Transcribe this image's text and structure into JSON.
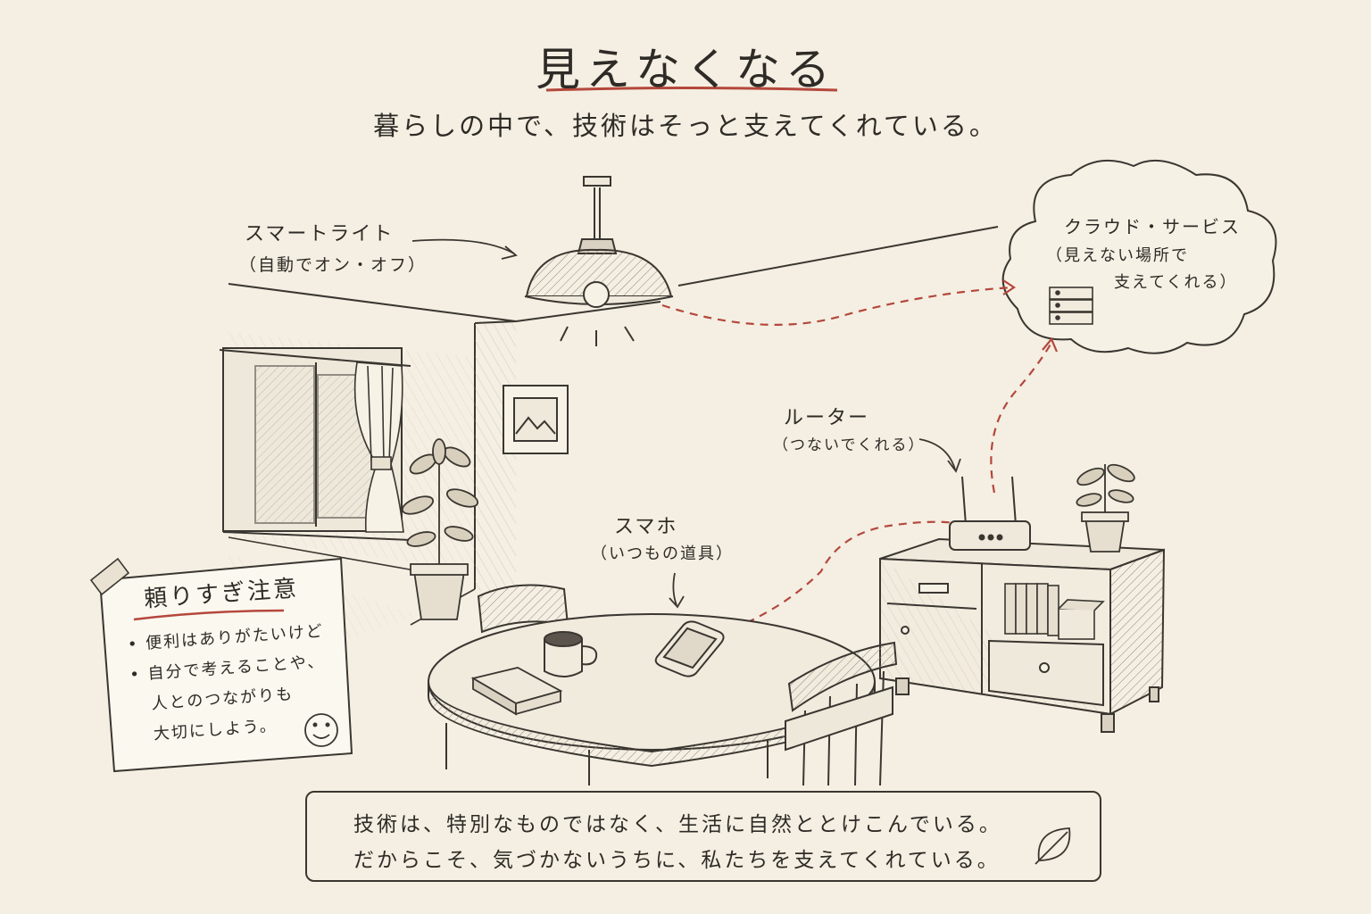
{
  "title": "見えなくなる",
  "subtitle": "暮らしの中で、技術はそっと支えてくれている。",
  "labels": {
    "smart_light": {
      "name": "スマートライト",
      "note": "（自動でオン・オフ）"
    },
    "cloud": {
      "name": "クラウド・サービス",
      "note_line1": "（見えない場所で",
      "note_line2": "支えてくれる）"
    },
    "router": {
      "name": "ルーター",
      "note": "（つないでくれる）"
    },
    "phone": {
      "name": "スマホ",
      "note": "（いつもの道具）"
    }
  },
  "sticky_note": {
    "title": "頼りすぎ注意",
    "lines": [
      "• 便利はありがたいけど",
      "• 自分で考えることや、",
      "人とのつながりも",
      "大切にしよう。"
    ]
  },
  "message": {
    "line1": "技術は、特別なものではなく、生活に自然ととけこんでいる。",
    "line2": "だからこそ、気づかないうちに、私たちを支えてくれている。"
  },
  "icons": [
    "pendant-lamp-icon",
    "cloud-icon",
    "server-icon",
    "router-icon",
    "smartphone-icon",
    "leaf-icon",
    "smiley-icon",
    "tape-icon"
  ],
  "colors": {
    "accent_red": "#b5473c",
    "ink": "#2e2b27",
    "paper": "#f4efe2",
    "note_paper": "#fbf8ef"
  }
}
